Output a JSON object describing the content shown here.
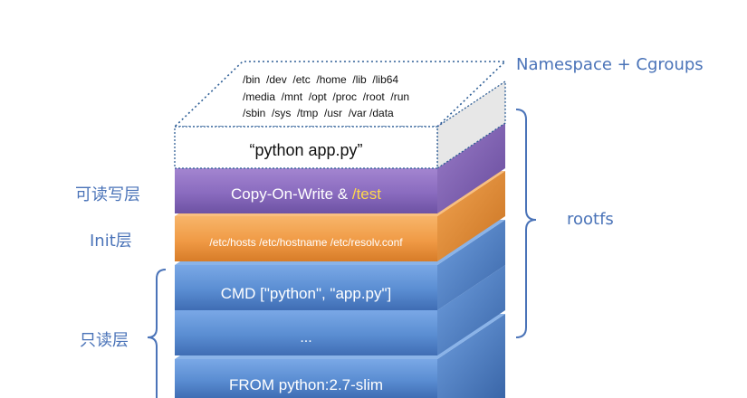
{
  "top_layer": {
    "paths_lines": [
      "/bin  /dev  /etc  /home  /lib  /lib64",
      "/media  /mnt  /opt  /proc  /root  /run",
      "/sbin  /sys  /tmp  /usr  /var /data"
    ],
    "command": "“python app.py”"
  },
  "layers": {
    "copy_on_write": {
      "label": "Copy-On-Write & ",
      "highlight": "/test"
    },
    "init": {
      "label": "/etc/hosts /etc/hostname /etc/resolv.conf"
    },
    "cmd": {
      "label": "CMD [\"python\", \"app.py\"]"
    },
    "ellipsis": {
      "label": "..."
    },
    "from": {
      "label": "FROM python:2.7-slim"
    }
  },
  "labels": {
    "namespace": "Namespace + Cgroups",
    "rootfs": "rootfs",
    "readwrite": "可读写层",
    "init": "Init层",
    "readonly": "只读层"
  },
  "colors": {
    "purple": "#8d6dbf",
    "orange": "#f2a24f",
    "blue": "#5b8fd3",
    "label_blue": "#4a73b8",
    "highlight_yellow": "#ffd84a",
    "dotted_border": "#2f5f96"
  }
}
